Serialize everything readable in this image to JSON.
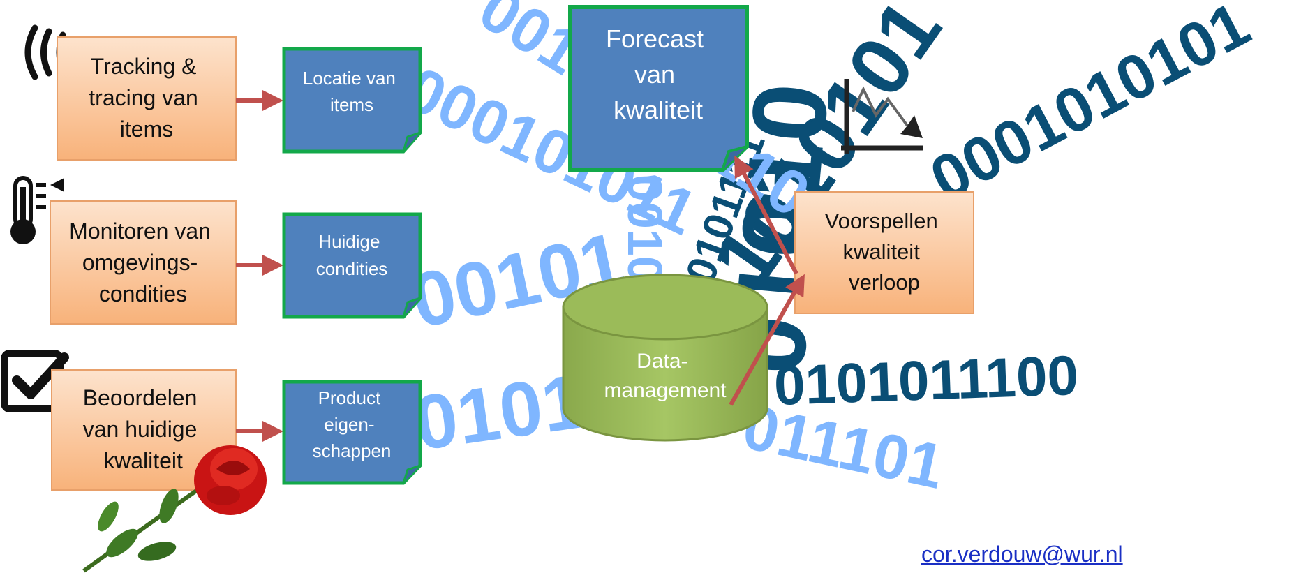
{
  "colors": {
    "orange_box": "#f7c39a",
    "blue_box": "#4f81bd",
    "green_border": "#13a84a",
    "cylinder": "#9bbb59",
    "arrow": "#c0504d",
    "binary_light": "#7fb6ff",
    "binary_dark": "#0a4e75"
  },
  "inputs": [
    {
      "label_lines": [
        "Tracking &",
        "tracing van",
        "items"
      ],
      "icon": "rfid-signal-icon"
    },
    {
      "label_lines": [
        "Monitoren van",
        "omgevings-",
        "condities"
      ],
      "icon": "thermometer-icon"
    },
    {
      "label_lines": [
        "Beoordelen",
        "van huidige",
        "kwaliteit"
      ],
      "icon": "checkbox-icon"
    }
  ],
  "outputs": [
    {
      "label_lines": [
        "Locatie van",
        "items"
      ]
    },
    {
      "label_lines": [
        "Huidige",
        "condities"
      ]
    },
    {
      "label_lines": [
        "Product",
        "eigen-",
        "schappen"
      ]
    }
  ],
  "forecast": {
    "label_lines": [
      "Forecast",
      "van",
      "kwaliteit"
    ]
  },
  "database": {
    "label_lines": [
      "Data-",
      "management"
    ]
  },
  "predict": {
    "label_lines": [
      "Voorspellen",
      "kwaliteit",
      "verloop"
    ],
    "icon": "declining-chart-icon"
  },
  "decor_icon": "rose-icon",
  "binary_streams": [
    "0001010101",
    "1010101",
    "01010",
    "0101111",
    "0101011100",
    "00101011110",
    "000101011",
    "0010101111",
    "00101",
    "011101"
  ],
  "email": "cor.verdouw@wur.nl"
}
